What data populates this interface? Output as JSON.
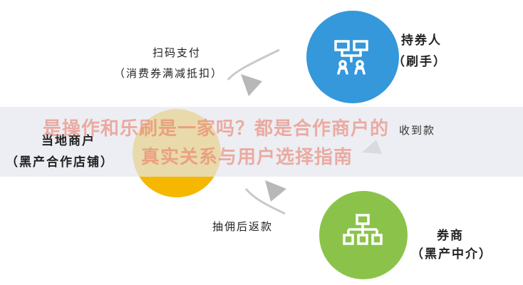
{
  "nodes": {
    "cardholder": {
      "name": "持券人",
      "role": "（刷手）",
      "color": "#3498db",
      "icon": "people-network-icon"
    },
    "merchant": {
      "name": "当地商户",
      "role": "（黑产合作店铺）",
      "color": "#f5b700",
      "icon": "store-icon"
    },
    "broker": {
      "name": "券商",
      "role": "（黑产中介）",
      "color": "#8bc34a",
      "icon": "org-chart-icon"
    }
  },
  "edges": {
    "scan_pay": {
      "label": "扫码支付",
      "sub": "（消费券满减抵扣）"
    },
    "commission": {
      "label": "抽佣后返款"
    },
    "right_flow": {
      "label": "收到款"
    }
  },
  "overlay": {
    "line1": "是操作和乐刷是一家吗？都是合作商户的",
    "line2": "真实关系与用户选择指南"
  },
  "colors": {
    "arrow": "#b8b8b8",
    "band": "#e4e8ee",
    "overlay_text": "#eb725c"
  }
}
